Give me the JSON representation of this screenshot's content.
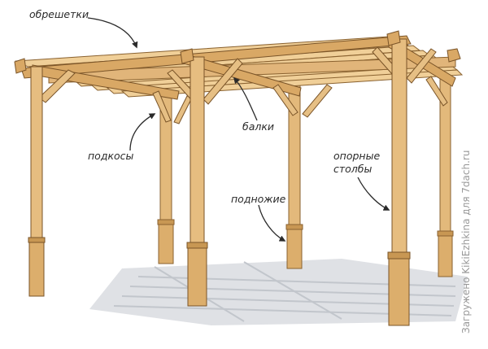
{
  "labels": {
    "lathing": "обрешетки",
    "braces": "подкосы",
    "beams": "балки",
    "footings": "подножие",
    "posts_line1": "опорные",
    "posts_line2": "столбы"
  },
  "watermark": "Загружено KikiEzhkina для 7dach.ru",
  "colors": {
    "wood_light": "#edc98f",
    "wood_mid": "#dcae6c",
    "wood_dark": "#b98747",
    "outline": "#7a5428",
    "shadow": "#cfd3d8",
    "text": "#2a2a2a"
  }
}
